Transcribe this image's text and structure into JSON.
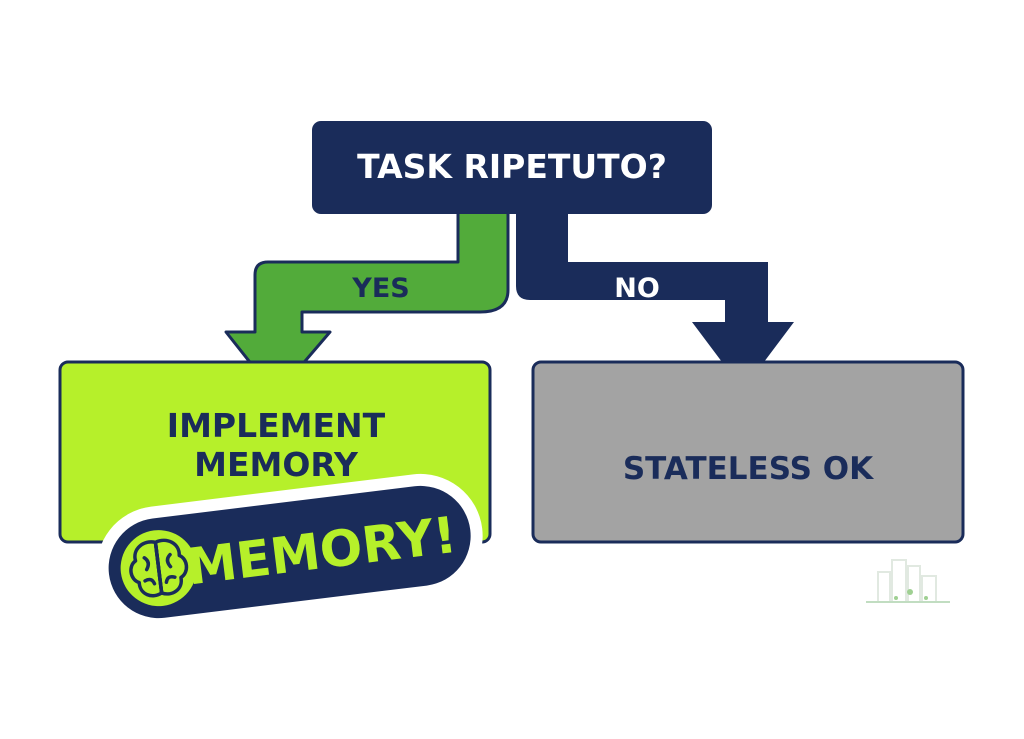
{
  "decision": {
    "question": "TASK RIPETUTO?"
  },
  "branches": {
    "yes_label": "YES",
    "no_label": "NO"
  },
  "outcomes": {
    "yes": {
      "line1": "IMPLEMENT",
      "line2": "MEMORY"
    },
    "no": {
      "text": "STATELESS OK"
    }
  },
  "sticker": {
    "text": "MEMORY!",
    "icon": "brain-icon"
  },
  "watermark": {
    "icon": "city-skyline-logo-icon"
  },
  "colors": {
    "navy": "#1a2c5a",
    "lime": "#b6f02a",
    "green": "#52ab3a",
    "grey": "#a3a3a3",
    "white": "#ffffff"
  }
}
